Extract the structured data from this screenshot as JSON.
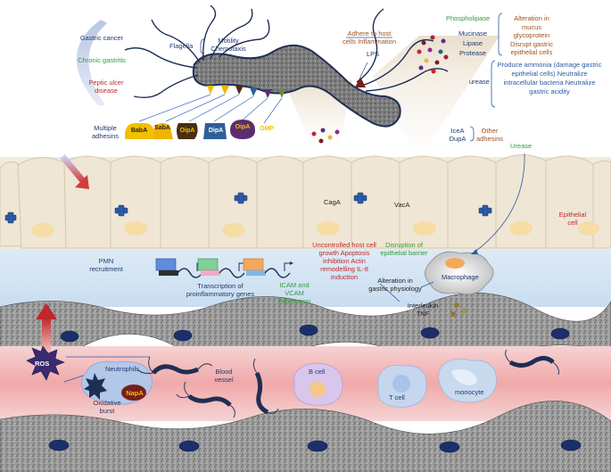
{
  "diseases": {
    "gastric_cancer": "Gastric cancer",
    "chronic_gastritis": "Chronic gastritis",
    "peptic_ulcer": "Peptic ulcer disease"
  },
  "flagella": {
    "label": "Flagella",
    "function": "Motility Chemotaxis"
  },
  "lps": {
    "effects": "Adhere to host cells Inflammation",
    "label": "LPS"
  },
  "enzymes": {
    "phospholipase": "Phospholipase",
    "others": "Mucinase Lipase Protease",
    "effects": "Alteration in mucus glycoprotein Disrupt gastric epithelial cells"
  },
  "urease_top": {
    "label": "urease",
    "effects": "Produce ammonia (damage gastric epithelial cells) Neutralize intracellular bacteria Neutralize gastric acidity"
  },
  "adhesins": {
    "label": "Multiple adhesins",
    "items": [
      "BabA",
      "SabA",
      "OipA",
      "DipA",
      "OipA",
      "OMP"
    ]
  },
  "other_adhesins": {
    "names": "IceA DupA",
    "label": "Other adhesins"
  },
  "urease_mid": "Urease",
  "epithelial_cell": "Epithelial cell",
  "toxins": {
    "caga": "CagA",
    "vaca": "VacA"
  },
  "pmn": "PMN recruitment",
  "transcription": "Transcription of proinflammatory genes",
  "icam": "ICAM and VCAM expression",
  "host_effects": "Uncontrolled host cell growth Apoptosis inhibition Actin remodelling IL-8 induction",
  "barrier": "Disruption of epithelial barrier",
  "physiology": "Alteration in gastric physiology",
  "macrophage": "Macrophage",
  "interleukin": "Interleukin TNF",
  "ros": "ROS",
  "neutrophils": "Neutrophils",
  "oxidative_burst": "Oxidative burst",
  "napa": "NapA",
  "blood_vessel": "Blood vessel",
  "b_cell": "B cell",
  "t_cell": "T cell",
  "monocyte": "monocyte",
  "colors": {
    "mucus": "#d6e6f5",
    "cell": "#efe6d5",
    "blood": "#f3c4c4",
    "tissue": "#8f8f8f",
    "navy": "#1f3a6e"
  }
}
